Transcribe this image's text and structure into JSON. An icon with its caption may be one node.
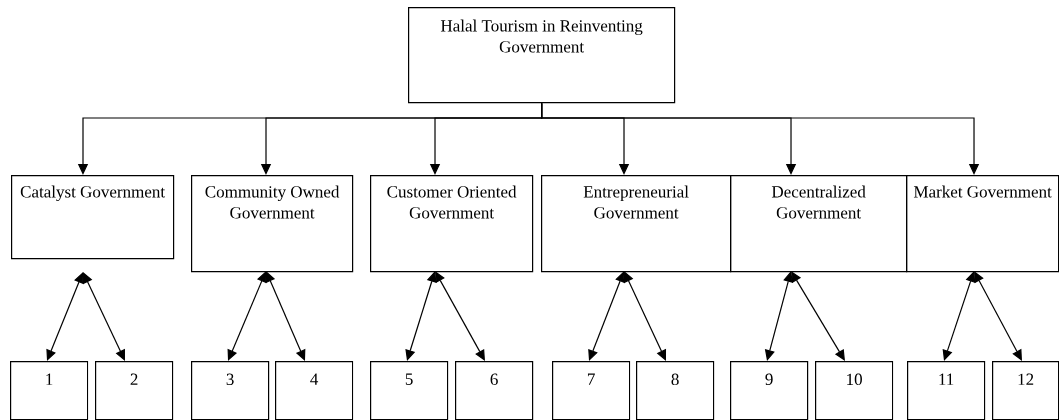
{
  "diagram": {
    "nodes": [
      {
        "text": [
          "Halal Tourism in Reinventing Government"
        ]
      },
      {
        "text": [
          "Catalyst Government"
        ]
      },
      {
        "text": [
          "Community Owned Government"
        ]
      },
      {
        "text": [
          "Customer Oriented Government"
        ]
      },
      {
        "text": [
          "Entrepreneurial Government"
        ]
      },
      {
        "text": [
          "Decentralized Government"
        ]
      },
      {
        "text": [
          "Market Government"
        ]
      },
      {
        "text": [
          "1"
        ]
      },
      {
        "text": [
          "2"
        ]
      },
      {
        "text": [
          "3"
        ]
      },
      {
        "text": [
          "4"
        ]
      },
      {
        "text": [
          "5"
        ]
      },
      {
        "text": [
          "6"
        ]
      },
      {
        "text": [
          "7"
        ]
      },
      {
        "text": [
          "8"
        ]
      },
      {
        "text": [
          "9"
        ]
      },
      {
        "text": [
          "10"
        ]
      },
      {
        "text": [
          "11"
        ]
      },
      {
        "text": [
          "12"
        ]
      }
    ],
    "edges": [
      {
        "from": 0,
        "to": 1,
        "arrow": "to"
      },
      {
        "from": 0,
        "to": 2,
        "arrow": "to"
      },
      {
        "from": 0,
        "to": 3,
        "arrow": "to"
      },
      {
        "from": 0,
        "to": 4,
        "arrow": "to"
      },
      {
        "from": 0,
        "to": 5,
        "arrow": "to"
      },
      {
        "from": 0,
        "to": 6,
        "arrow": "to"
      },
      {
        "from": 1,
        "to": 7,
        "arrow": "both"
      },
      {
        "from": 1,
        "to": 8,
        "arrow": "both"
      },
      {
        "from": 2,
        "to": 9,
        "arrow": "both"
      },
      {
        "from": 2,
        "to": 10,
        "arrow": "both"
      },
      {
        "from": 3,
        "to": 11,
        "arrow": "both"
      },
      {
        "from": 3,
        "to": 12,
        "arrow": "both"
      },
      {
        "from": 4,
        "to": 13,
        "arrow": "both"
      },
      {
        "from": 4,
        "to": 14,
        "arrow": "both"
      },
      {
        "from": 5,
        "to": 15,
        "arrow": "both"
      },
      {
        "from": 5,
        "to": 16,
        "arrow": "both"
      },
      {
        "from": 6,
        "to": 17,
        "arrow": "both"
      },
      {
        "from": 6,
        "to": 18,
        "arrow": "both"
      }
    ]
  }
}
